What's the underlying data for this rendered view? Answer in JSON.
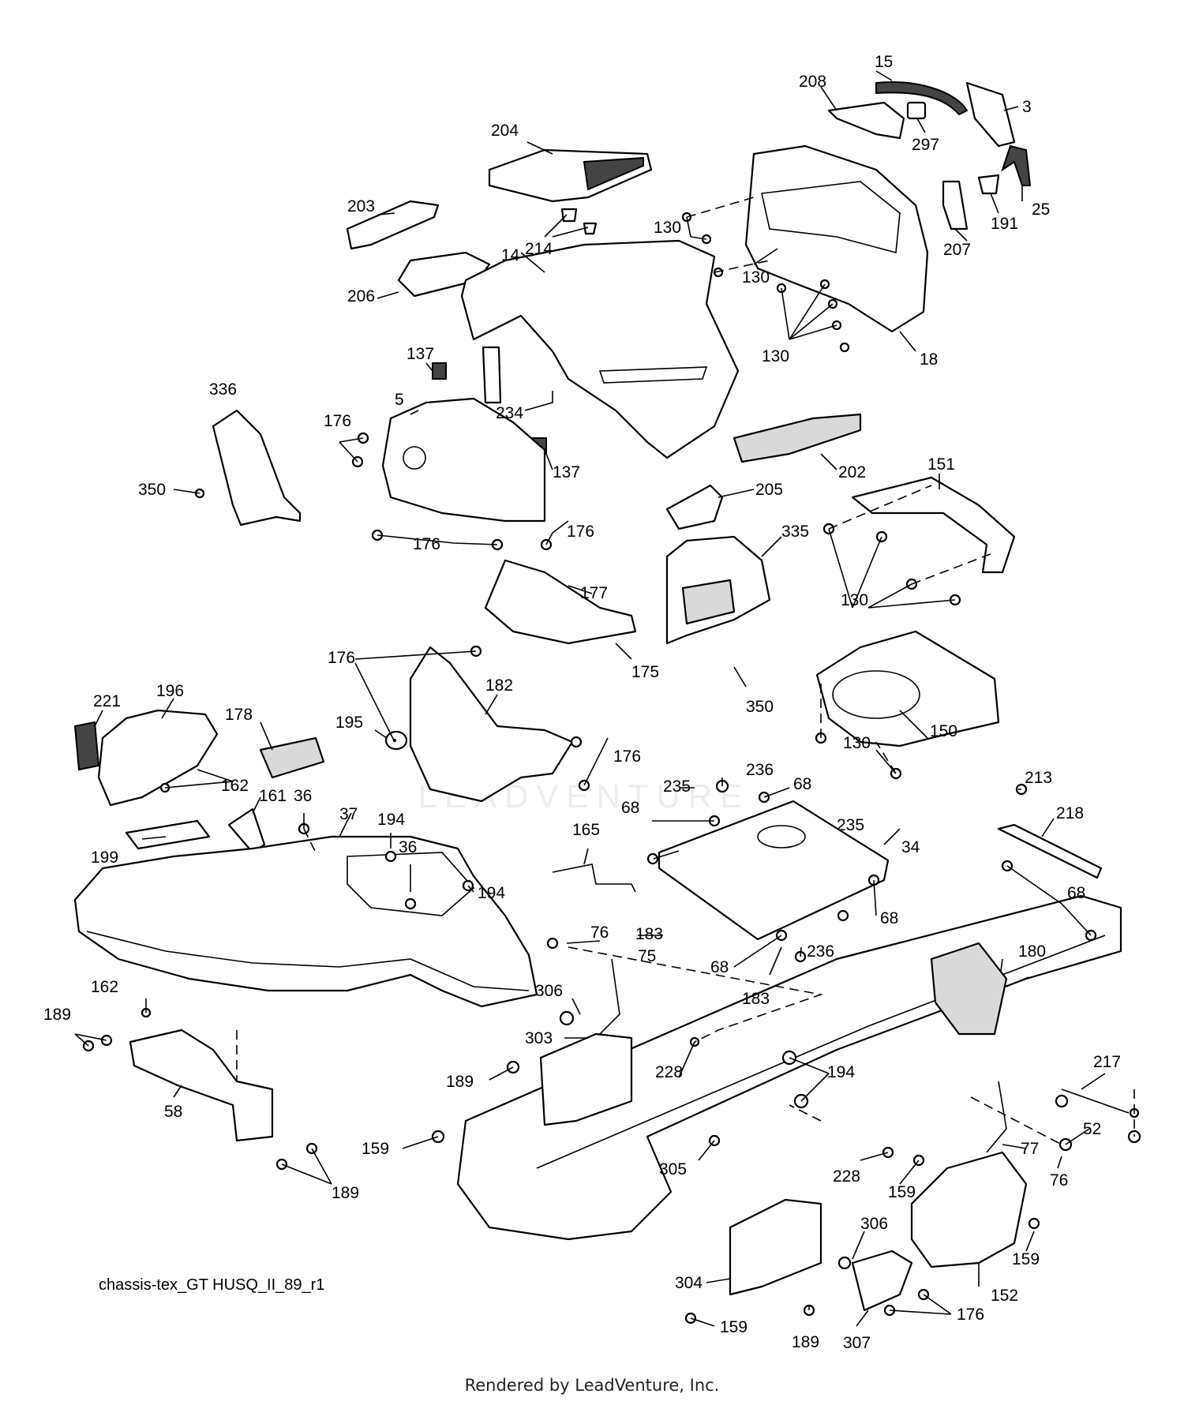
{
  "diagram": {
    "caption": "chassis-tex_GT HUSQ_II_89_r1",
    "footer": "Rendered by LeadVenture, Inc.",
    "watermark": "LEADVENTURE",
    "labels": [
      {
        "id": "15",
        "text": "15"
      },
      {
        "id": "208",
        "text": "208"
      },
      {
        "id": "3",
        "text": "3"
      },
      {
        "id": "297",
        "text": "297"
      },
      {
        "id": "204",
        "text": "204"
      },
      {
        "id": "25",
        "text": "25"
      },
      {
        "id": "191",
        "text": "191"
      },
      {
        "id": "207",
        "text": "207"
      },
      {
        "id": "203",
        "text": "203"
      },
      {
        "id": "214",
        "text": "214"
      },
      {
        "id": "130a",
        "text": "130"
      },
      {
        "id": "130b",
        "text": "130"
      },
      {
        "id": "130c",
        "text": "130"
      },
      {
        "id": "14",
        "text": "14"
      },
      {
        "id": "206",
        "text": "206"
      },
      {
        "id": "18",
        "text": "18"
      },
      {
        "id": "137a",
        "text": "137"
      },
      {
        "id": "336",
        "text": "336"
      },
      {
        "id": "5",
        "text": "5"
      },
      {
        "id": "234",
        "text": "234"
      },
      {
        "id": "176a",
        "text": "176"
      },
      {
        "id": "137b",
        "text": "137"
      },
      {
        "id": "202",
        "text": "202"
      },
      {
        "id": "151",
        "text": "151"
      },
      {
        "id": "350a",
        "text": "350"
      },
      {
        "id": "205",
        "text": "205"
      },
      {
        "id": "176b",
        "text": "176"
      },
      {
        "id": "176c",
        "text": "176"
      },
      {
        "id": "335",
        "text": "335"
      },
      {
        "id": "177",
        "text": "177"
      },
      {
        "id": "130d",
        "text": "130"
      },
      {
        "id": "176d",
        "text": "176"
      },
      {
        "id": "175",
        "text": "175"
      },
      {
        "id": "350b",
        "text": "350"
      },
      {
        "id": "221",
        "text": "221"
      },
      {
        "id": "196",
        "text": "196"
      },
      {
        "id": "178",
        "text": "178"
      },
      {
        "id": "195",
        "text": "195"
      },
      {
        "id": "182",
        "text": "182"
      },
      {
        "id": "130e",
        "text": "130"
      },
      {
        "id": "150",
        "text": "150"
      },
      {
        "id": "176e",
        "text": "176"
      },
      {
        "id": "162a",
        "text": "162"
      },
      {
        "id": "161",
        "text": "161"
      },
      {
        "id": "36a",
        "text": "36"
      },
      {
        "id": "37",
        "text": "37"
      },
      {
        "id": "236a",
        "text": "236"
      },
      {
        "id": "235a",
        "text": "235"
      },
      {
        "id": "68a",
        "text": "68"
      },
      {
        "id": "213",
        "text": "213"
      },
      {
        "id": "218",
        "text": "218"
      },
      {
        "id": "194a",
        "text": "194"
      },
      {
        "id": "36b",
        "text": "36"
      },
      {
        "id": "165",
        "text": "165"
      },
      {
        "id": "68b",
        "text": "68"
      },
      {
        "id": "235b",
        "text": "235"
      },
      {
        "id": "34",
        "text": "34"
      },
      {
        "id": "199",
        "text": "199"
      },
      {
        "id": "194b",
        "text": "194"
      },
      {
        "id": "68c",
        "text": "68"
      },
      {
        "id": "68d",
        "text": "68"
      },
      {
        "id": "76a",
        "text": "76"
      },
      {
        "id": "183a",
        "text": "183"
      },
      {
        "id": "75",
        "text": "75"
      },
      {
        "id": "68e",
        "text": "68"
      },
      {
        "id": "236b",
        "text": "236"
      },
      {
        "id": "180",
        "text": "180"
      },
      {
        "id": "162b",
        "text": "162"
      },
      {
        "id": "306a",
        "text": "306"
      },
      {
        "id": "183b",
        "text": "183"
      },
      {
        "id": "189a",
        "text": "189"
      },
      {
        "id": "303",
        "text": "303"
      },
      {
        "id": "217",
        "text": "217"
      },
      {
        "id": "228a",
        "text": "228"
      },
      {
        "id": "189b",
        "text": "189"
      },
      {
        "id": "194c",
        "text": "194"
      },
      {
        "id": "58",
        "text": "58"
      },
      {
        "id": "52",
        "text": "52"
      },
      {
        "id": "77",
        "text": "77"
      },
      {
        "id": "159a",
        "text": "159"
      },
      {
        "id": "305",
        "text": "305"
      },
      {
        "id": "228b",
        "text": "228"
      },
      {
        "id": "76b",
        "text": "76"
      },
      {
        "id": "189c",
        "text": "189"
      },
      {
        "id": "159b",
        "text": "159"
      },
      {
        "id": "306b",
        "text": "306"
      },
      {
        "id": "159c",
        "text": "159"
      },
      {
        "id": "304",
        "text": "304"
      },
      {
        "id": "152",
        "text": "152"
      },
      {
        "id": "176f",
        "text": "176"
      },
      {
        "id": "159d",
        "text": "159"
      },
      {
        "id": "189d",
        "text": "189"
      },
      {
        "id": "307",
        "text": "307"
      }
    ]
  }
}
